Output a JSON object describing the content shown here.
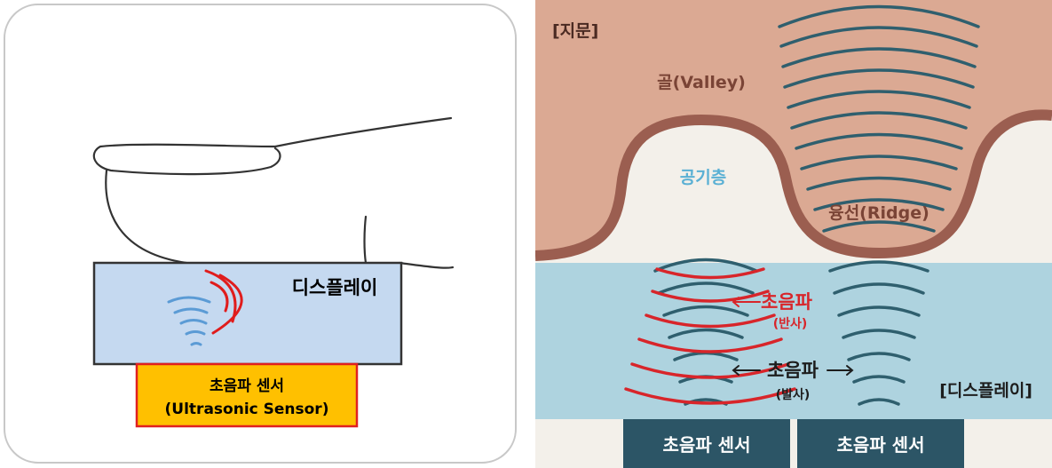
{
  "left_panel": {
    "display_label": "디스플레이",
    "sensor_label_ko": "초음파 센서",
    "sensor_label_en": "(Ultrasonic Sensor)",
    "colors": {
      "display_fill": "#c5d9f0",
      "sensor_fill": "#ffc000",
      "sensor_border": "#e02020",
      "wave_blue": "#5b9bd5",
      "wave_red": "#e01c1c"
    }
  },
  "right_panel": {
    "fingerprint_label": "[지문]",
    "valley_label": "골(Valley)",
    "air_layer_label": "공기층",
    "ridge_label": "융선(Ridge)",
    "reflected_label": "초음파",
    "reflected_sub": "(반사)",
    "emitted_label": "초음파",
    "emitted_sub": "(발사)",
    "display_label": "[디스플레이]",
    "sensor_labels": [
      "초음파 센서",
      "초음파 센서"
    ],
    "colors": {
      "skin": "#dba993",
      "skin_edge": "#9b5e50",
      "display": "#aed3df",
      "sensor": "#2c5566",
      "wave_dark": "#2f5f6e",
      "wave_red": "#d8252a",
      "label_brown": "#7a4436",
      "label_blue": "#5ab0d4"
    }
  }
}
